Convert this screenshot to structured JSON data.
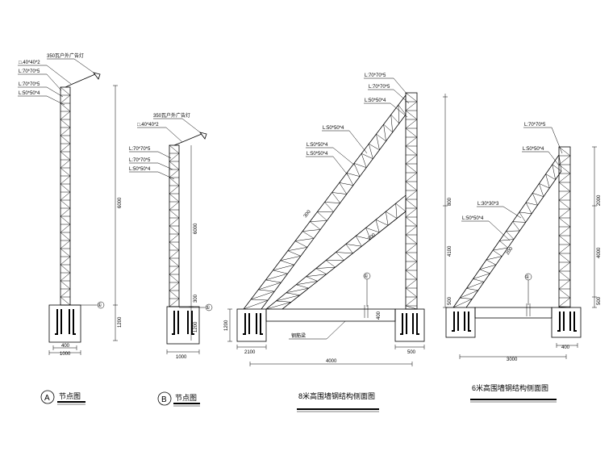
{
  "details": {
    "a": {
      "lamp": "350瓦户外广告灯",
      "labels": [
        "□.40*40*2",
        "L:70*70*5",
        "L:70*70*5",
        "L:50*50*4"
      ],
      "height": "6000",
      "base_height": "1200",
      "dim_top": "400",
      "dim_bottom": "1000",
      "marker": "①",
      "circle": "A",
      "caption": "节点图"
    },
    "b": {
      "lamp": "350瓦户外广告灯",
      "labels": [
        "□.40*40*2",
        "L:70*70*5",
        "L:70*70*5",
        "L:50*50*4"
      ],
      "height": "6000",
      "base_height": "1200",
      "small_dim": "300",
      "dim_bottom": "1000",
      "marker": "①",
      "circle": "B",
      "caption": "节点图"
    }
  },
  "section8": {
    "labels": [
      "L:70*70*5",
      "L:70*70*5",
      "L:50*50*4",
      "L:50*50*4",
      "L:50*50*4",
      "L:50*50*4"
    ],
    "diag1": "300",
    "diag2": "200",
    "marker": "①",
    "beam_label": "钢筋梁",
    "base": "1200",
    "beam_h": "400",
    "dim_left": "2100",
    "dim_right": "500",
    "dim_total": "4000",
    "caption": "8米高围墙钢结构侧面图"
  },
  "section6": {
    "labels": [
      "L:70*70*5",
      "L:50*50*4",
      "L:30*30*3",
      "L:50*50*4"
    ],
    "diag": "200",
    "h_left": "4100",
    "h_top": "800",
    "h_right": "4000",
    "h_right_top": "2000",
    "base_left": "500",
    "base_right": "500",
    "marker": "①",
    "dim_total": "3000",
    "dim_right": "400",
    "caption": "6米高围墙钢结构侧面图"
  }
}
